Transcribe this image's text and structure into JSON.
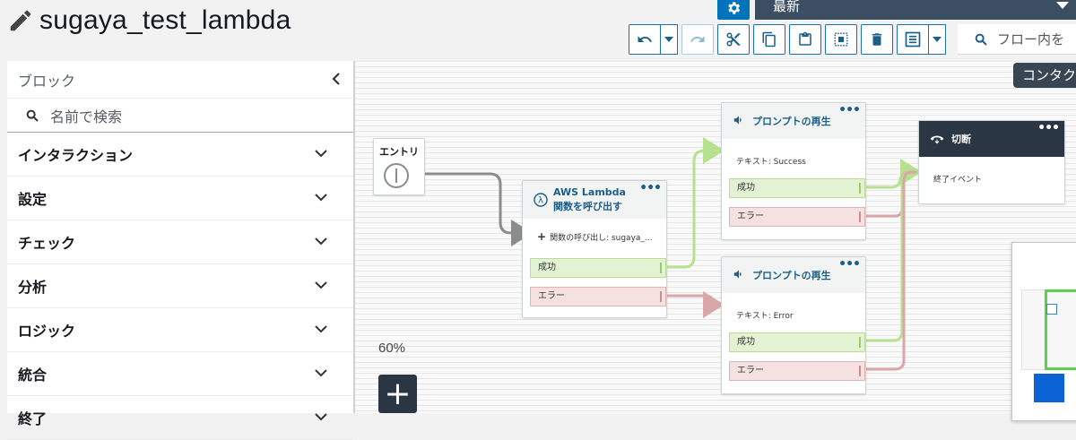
{
  "header": {
    "title": "sugaya_test_lambda",
    "language_select": "最新",
    "flow_search_placeholder": "フロー内を",
    "tooltip": "コンタク"
  },
  "sidebar": {
    "heading": "ブロック",
    "search_placeholder": "名前で検索",
    "categories": [
      {
        "label": "インタラクション"
      },
      {
        "label": "設定"
      },
      {
        "label": "チェック"
      },
      {
        "label": "分析"
      },
      {
        "label": "ロジック"
      },
      {
        "label": "統合"
      },
      {
        "label": "終了"
      }
    ]
  },
  "canvas": {
    "zoom": "60%",
    "nodes": {
      "entry": {
        "title": "エントリ"
      },
      "lambda": {
        "title_line1": "AWS Lambda",
        "title_line2": "関数を呼び出す",
        "detail": "関数の呼び出し: sugaya_...",
        "success": "成功",
        "error": "エラー"
      },
      "prompt1": {
        "title": "プロンプトの再生",
        "text": "テキスト: Success",
        "success": "成功",
        "error": "エラー"
      },
      "prompt2": {
        "title": "プロンプトの再生",
        "text": "テキスト: Error",
        "success": "成功",
        "error": "エラー"
      },
      "disconnect": {
        "title": "切断",
        "event": "終了イベント"
      }
    }
  },
  "colors": {
    "accent": "#0073bb",
    "success_line": "#b7e08f",
    "error_line": "#d9a6aa",
    "default_line": "#8c8c8c"
  }
}
